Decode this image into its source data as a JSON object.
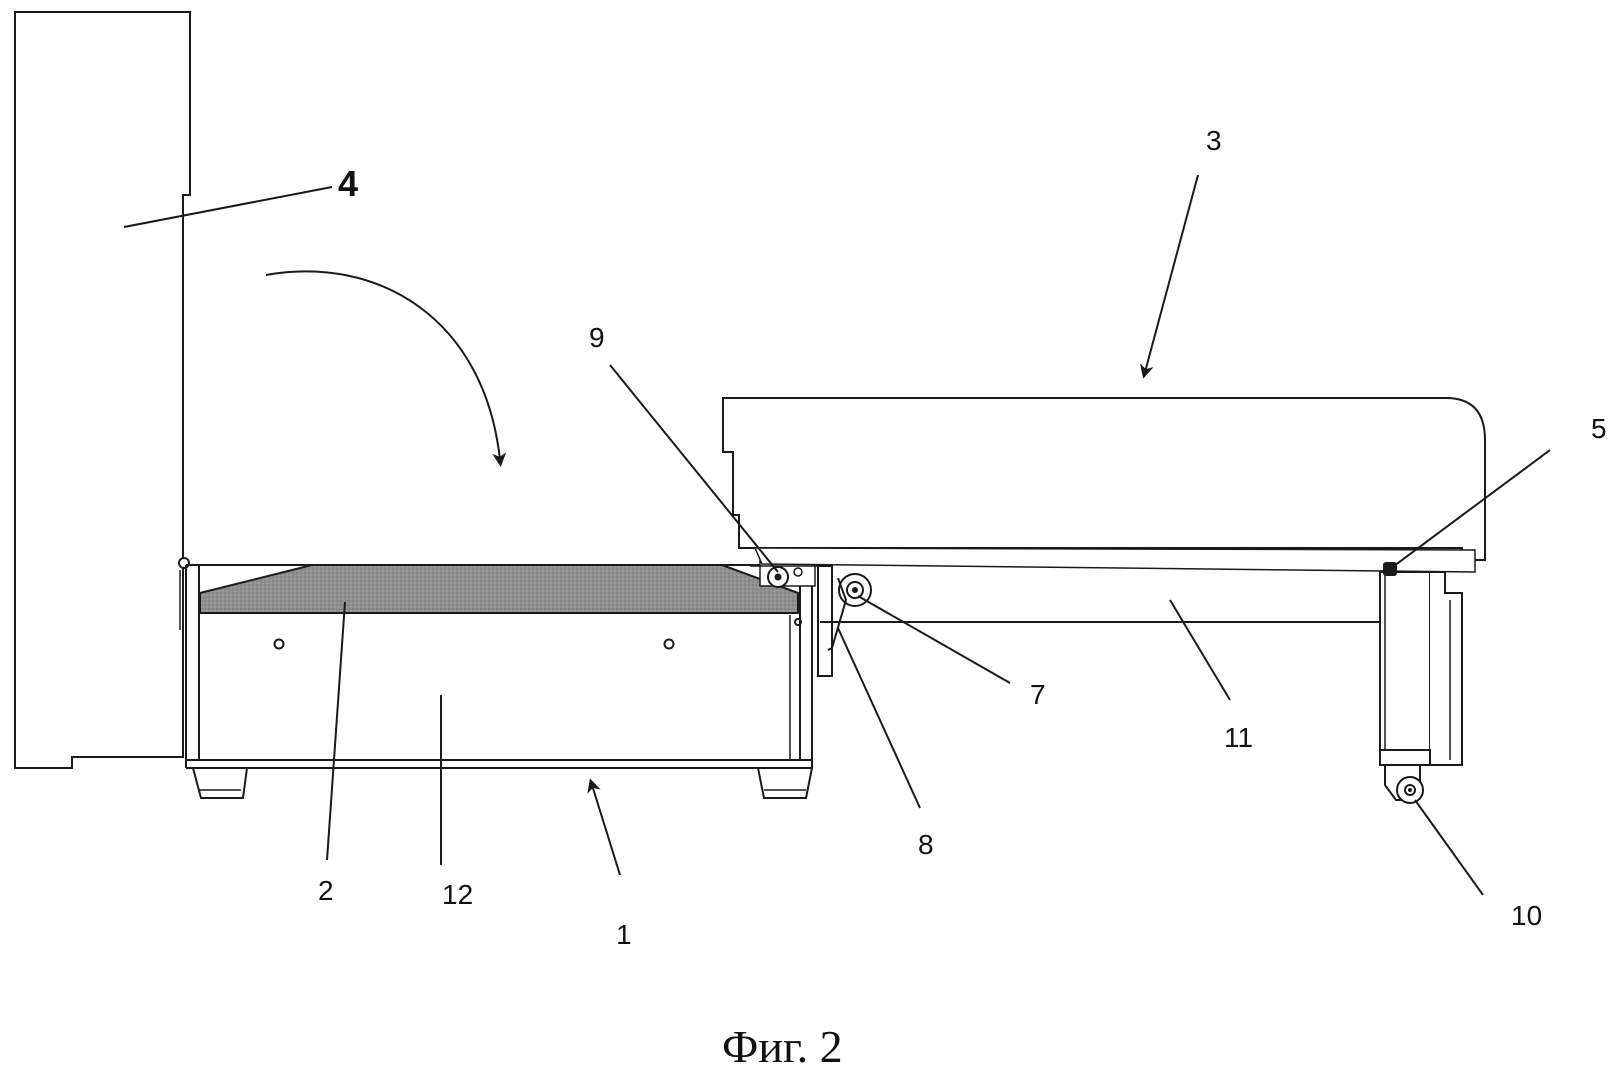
{
  "figure": {
    "caption": "Фиг. 2",
    "colors": {
      "line": "#1a1a1a",
      "mattress_fill": "#9a9a9a",
      "background": "#ffffff"
    },
    "labels": {
      "l1": "1",
      "l2": "2",
      "l3": "3",
      "l4": "4",
      "l5": "5",
      "l7": "7",
      "l8": "8",
      "l9": "9",
      "l10": "10",
      "l11": "11",
      "l12": "12"
    }
  }
}
